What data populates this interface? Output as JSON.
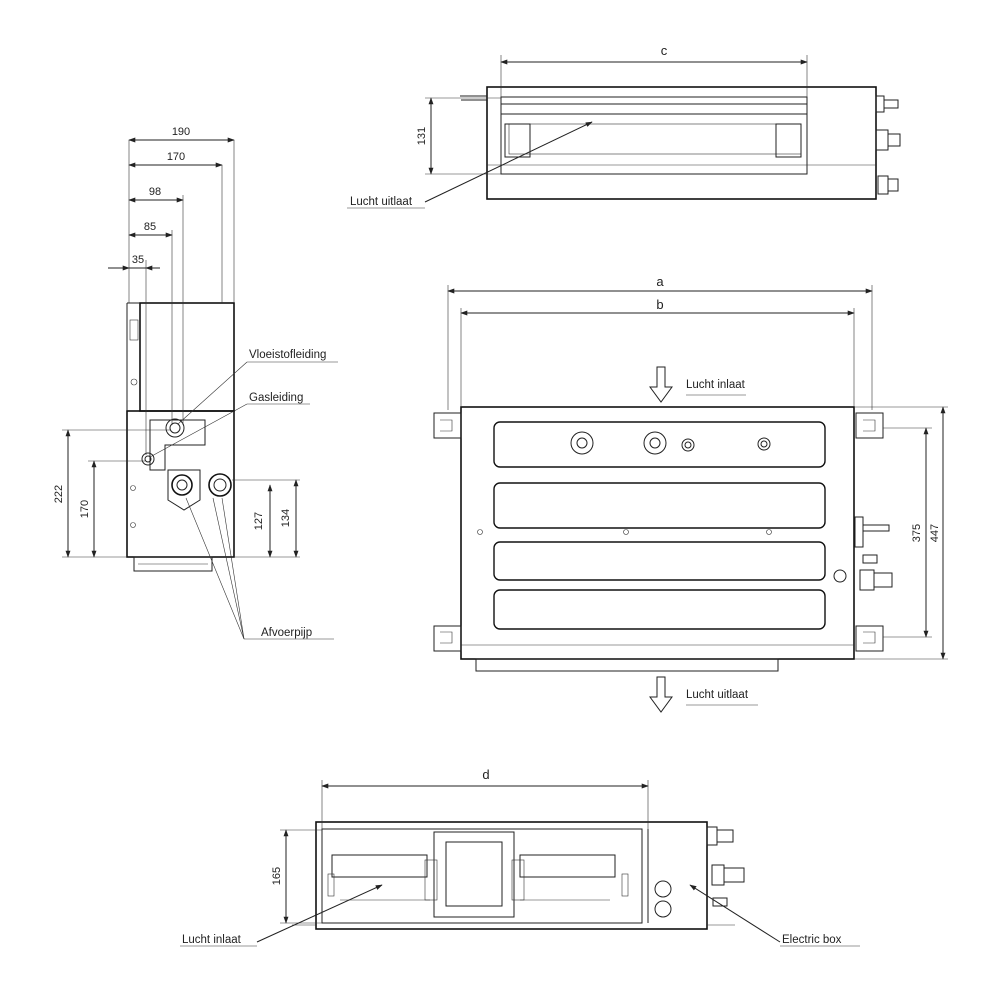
{
  "dimensions": {
    "side_190": "190",
    "side_170": "170",
    "side_98": "98",
    "side_85": "85",
    "side_35": "35",
    "side_222": "222",
    "side_170v": "170",
    "side_127": "127",
    "side_134": "134",
    "top_c": "c",
    "top_131": "131",
    "front_a": "a",
    "front_b": "b",
    "front_375": "375",
    "front_447": "447",
    "bottom_d": "d",
    "bottom_165": "165"
  },
  "labels": {
    "liquid_pipe": "Vloeistofleiding",
    "gas_pipe": "Gasleiding",
    "drain_pipe": "Afvoerpijp",
    "air_outlet_top": "Lucht uitlaat",
    "air_inlet_front": "Lucht inlaat",
    "air_outlet_front": "Lucht uitlaat",
    "air_inlet_bottom": "Lucht inlaat",
    "electric_box": "Electric box"
  }
}
